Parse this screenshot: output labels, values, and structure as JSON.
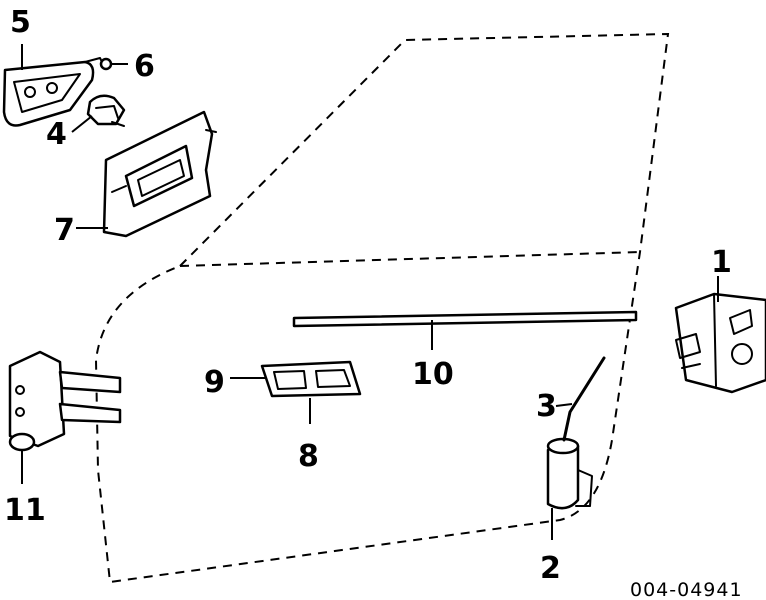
{
  "diagram": {
    "part_labels": [
      "1",
      "2",
      "3",
      "4",
      "5",
      "6",
      "7",
      "8",
      "9",
      "10",
      "11"
    ],
    "reference_code": "004-04941"
  }
}
